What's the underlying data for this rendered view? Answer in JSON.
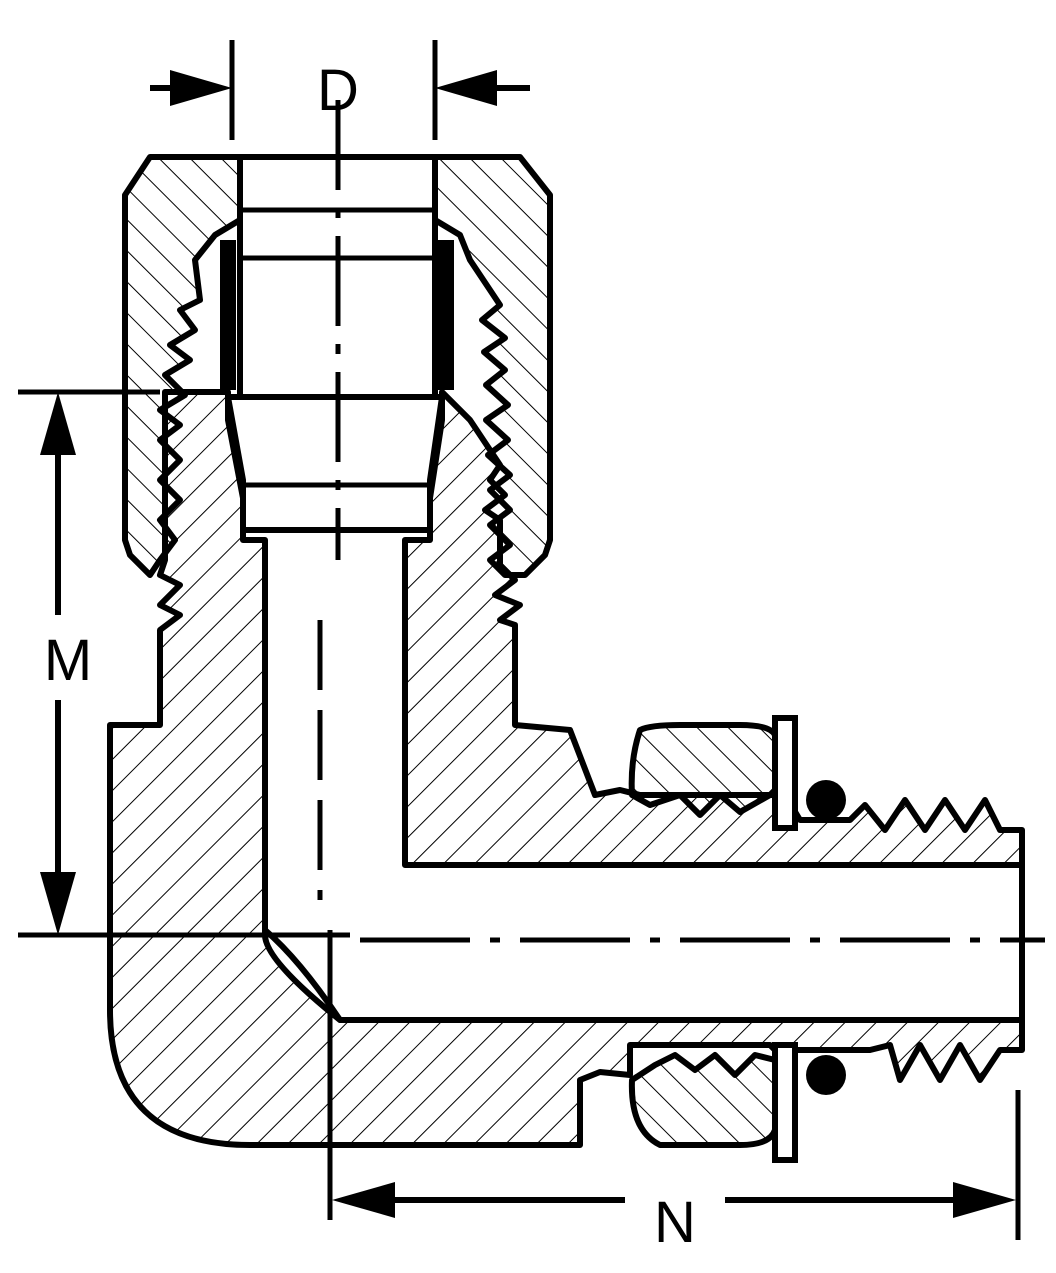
{
  "dimensions": {
    "d": "D",
    "m": "M",
    "n": "N"
  },
  "colors": {
    "ink": "#000000",
    "paper": "#ffffff"
  }
}
